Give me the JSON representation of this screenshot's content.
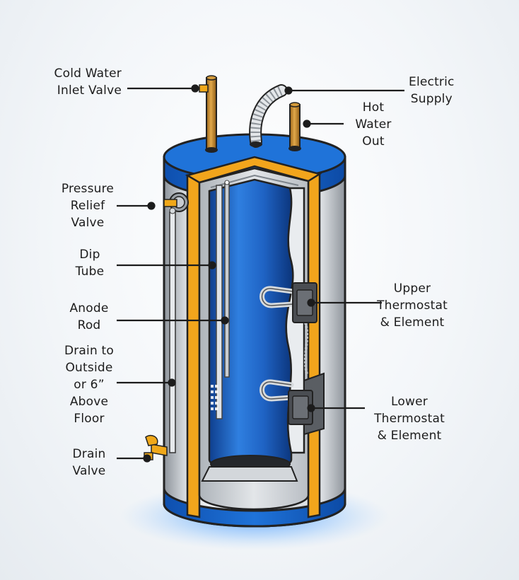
{
  "labels": {
    "cold_water_inlet": "Cold Water\nInlet Valve",
    "electric_supply": "Electric\nSupply",
    "hot_water_out": "Hot\nWater\nOut",
    "pressure_relief": "Pressure\nRelief\nValve",
    "dip_tube": "Dip\nTube",
    "anode_rod": "Anode\nRod",
    "drain_outside": "Drain to\nOutside\nor 6”\nAbove\nFloor",
    "drain_valve": "Drain\nValve",
    "upper_thermostat": "Upper\nThermostat\n& Element",
    "lower_thermostat": "Lower\nThermostat\n& Element"
  },
  "colors": {
    "tank_blue": "#1a63c2",
    "water_dark": "#0d3f8f",
    "insulation_orange": "#f2a51c",
    "pipe_copper": "#c98a2a",
    "shell_silver": "#c9cdd2",
    "valve_gold": "#f0a81a",
    "thermostat_gray": "#4a4d52"
  }
}
